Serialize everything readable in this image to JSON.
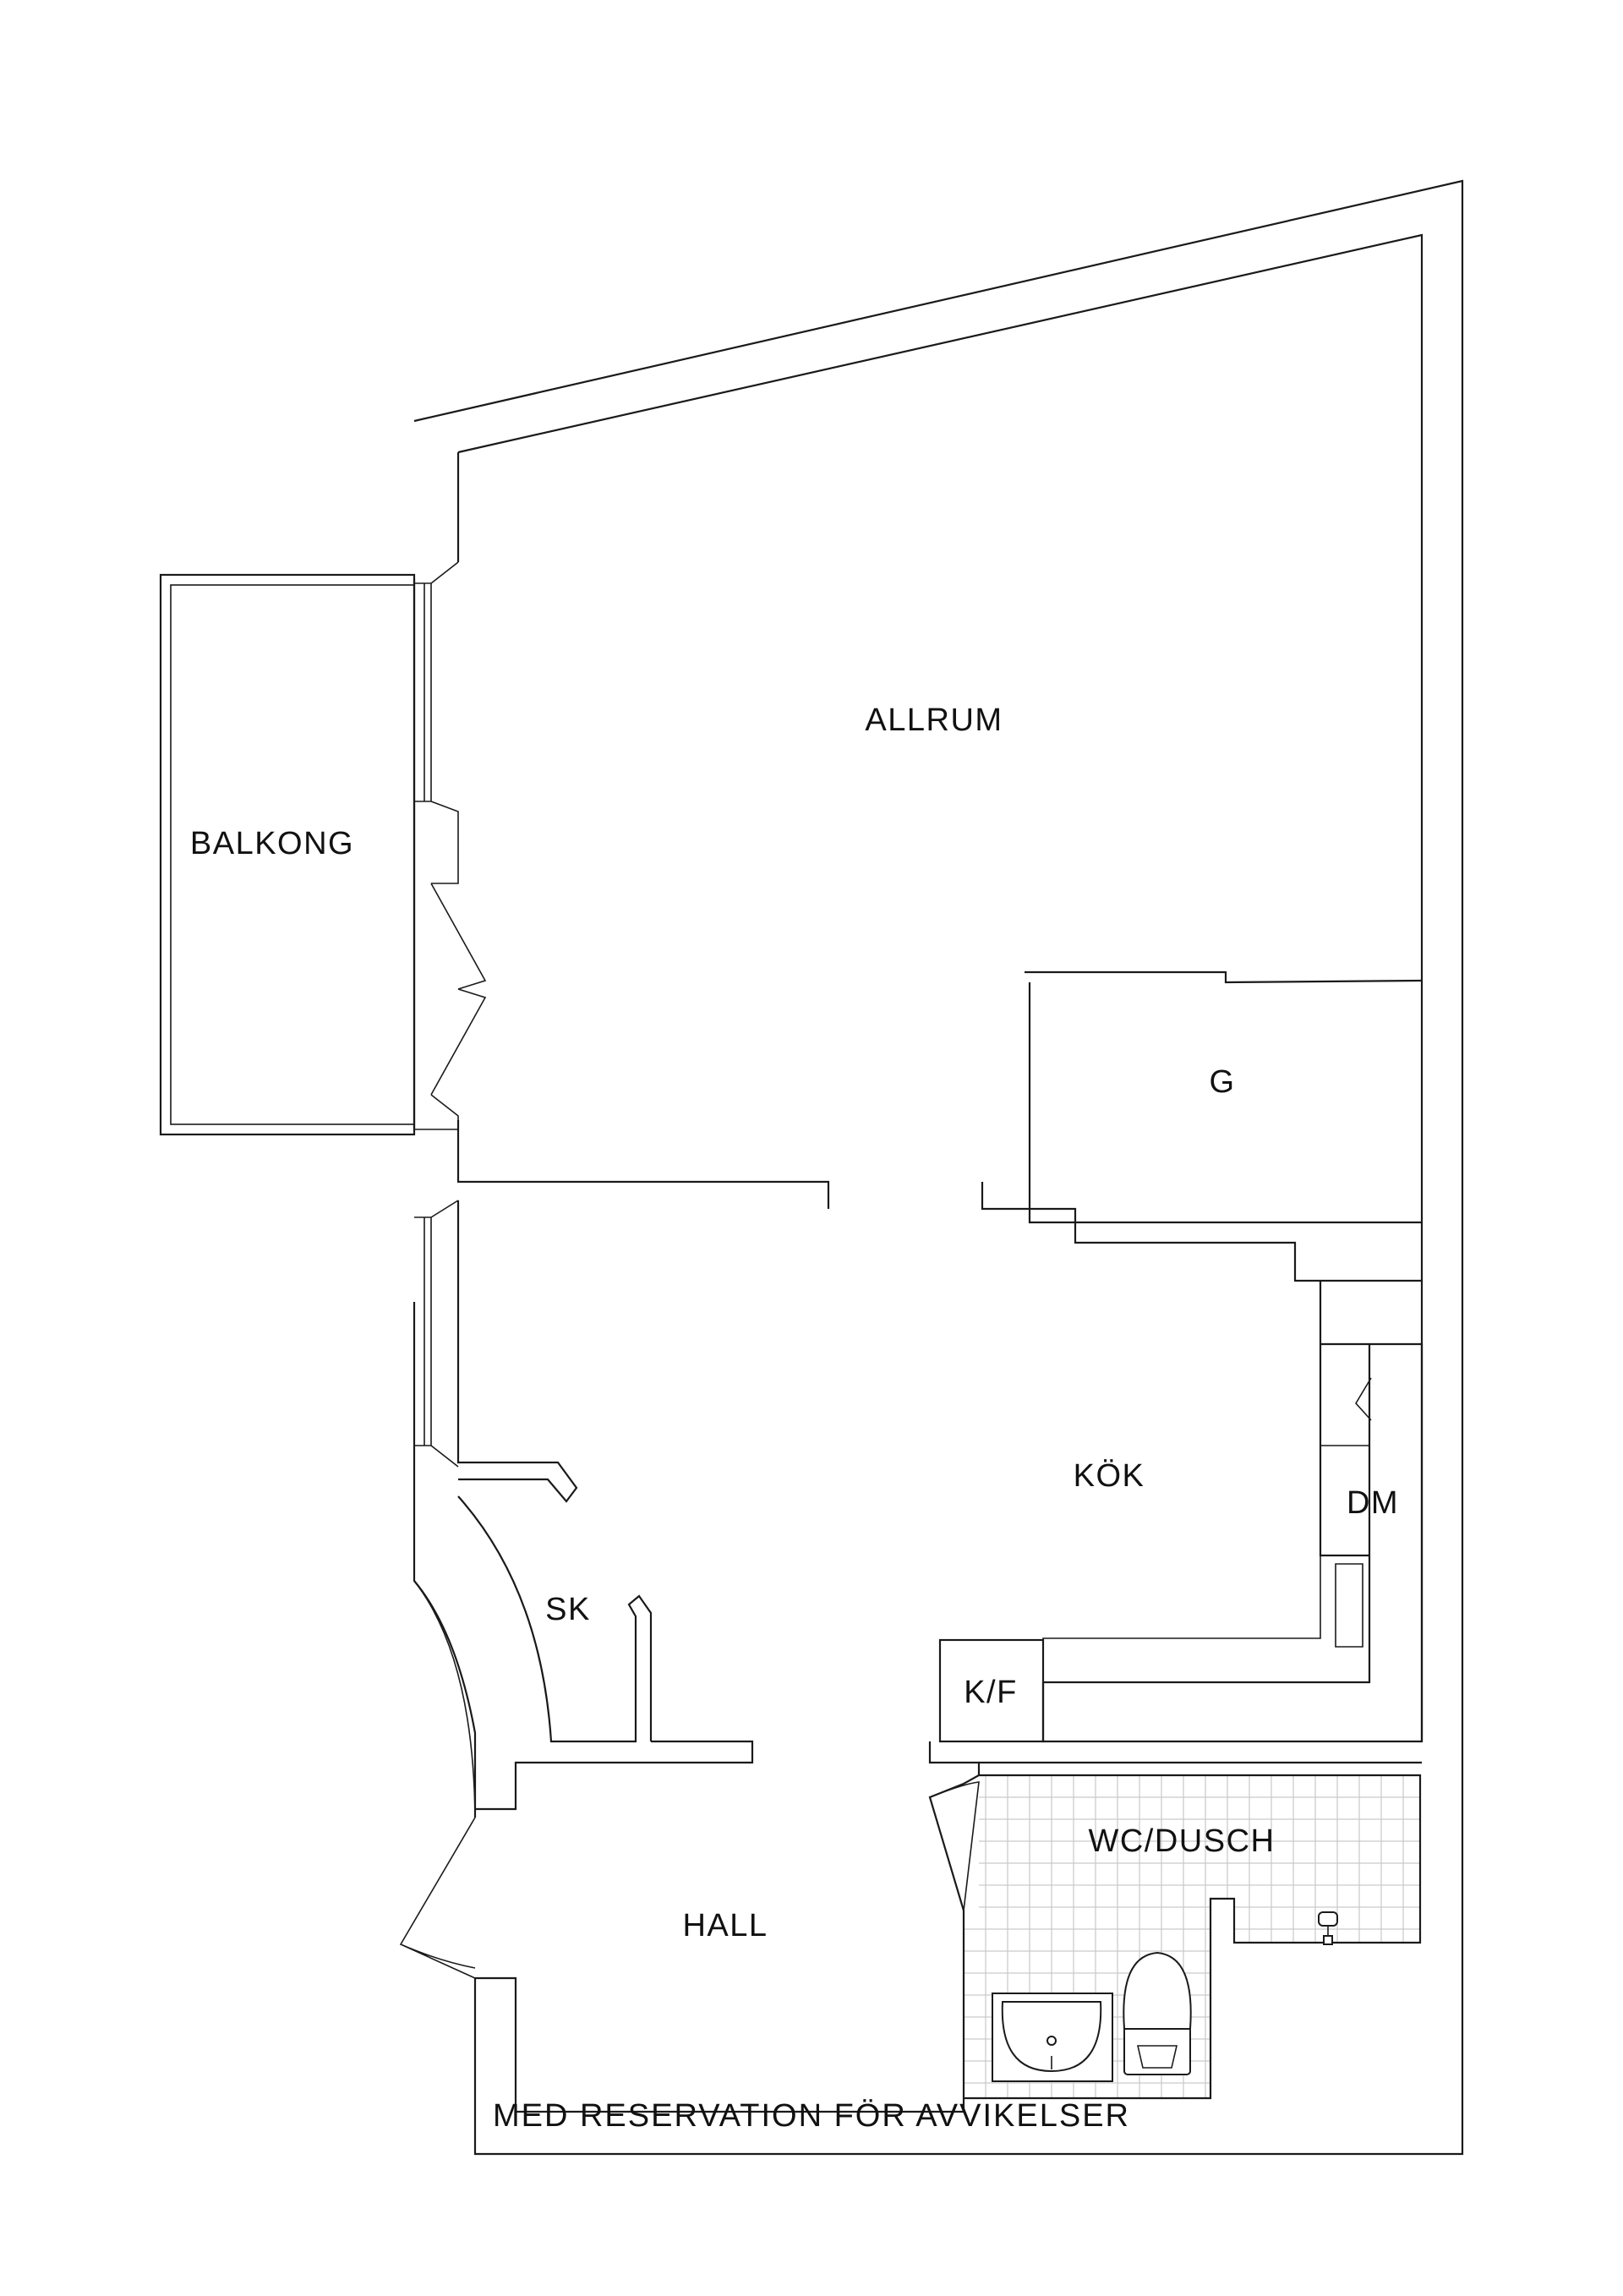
{
  "rooms": {
    "allrum": "ALLRUM",
    "balkong": "BALKONG",
    "g": "G",
    "kok": "KÖK",
    "dm": "DM",
    "sk": "SK",
    "kf": "K/F",
    "hall": "HALL",
    "wc_dusch": "WC/DUSCH"
  },
  "disclaimer": "MED RESERVATION FÖR AVVIKELSER"
}
